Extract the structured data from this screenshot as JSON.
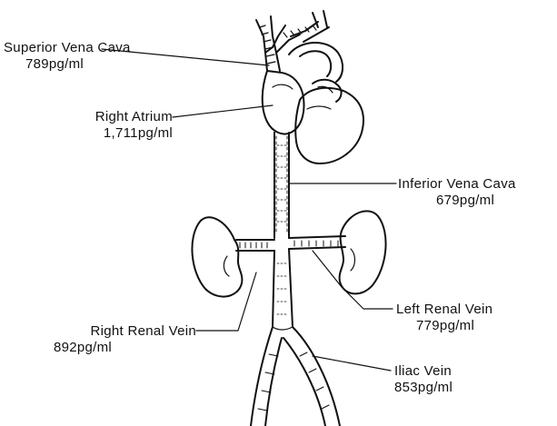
{
  "labels": {
    "superior_vena_cava": {
      "name": "Superior Vena Cava",
      "value": "789pg/ml"
    },
    "right_atrium": {
      "name": "Right Atrium",
      "value": "1,711pg/ml"
    },
    "inferior_vena_cava": {
      "name": "Inferior Vena Cava",
      "value": "679pg/ml"
    },
    "left_renal_vein": {
      "name": "Left Renal Vein",
      "value": "779pg/ml"
    },
    "right_renal_vein": {
      "name": "Right Renal Vein",
      "value": "892pg/ml"
    },
    "iliac_vein": {
      "name": "Iliac Vein",
      "value": "853pg/ml"
    }
  }
}
